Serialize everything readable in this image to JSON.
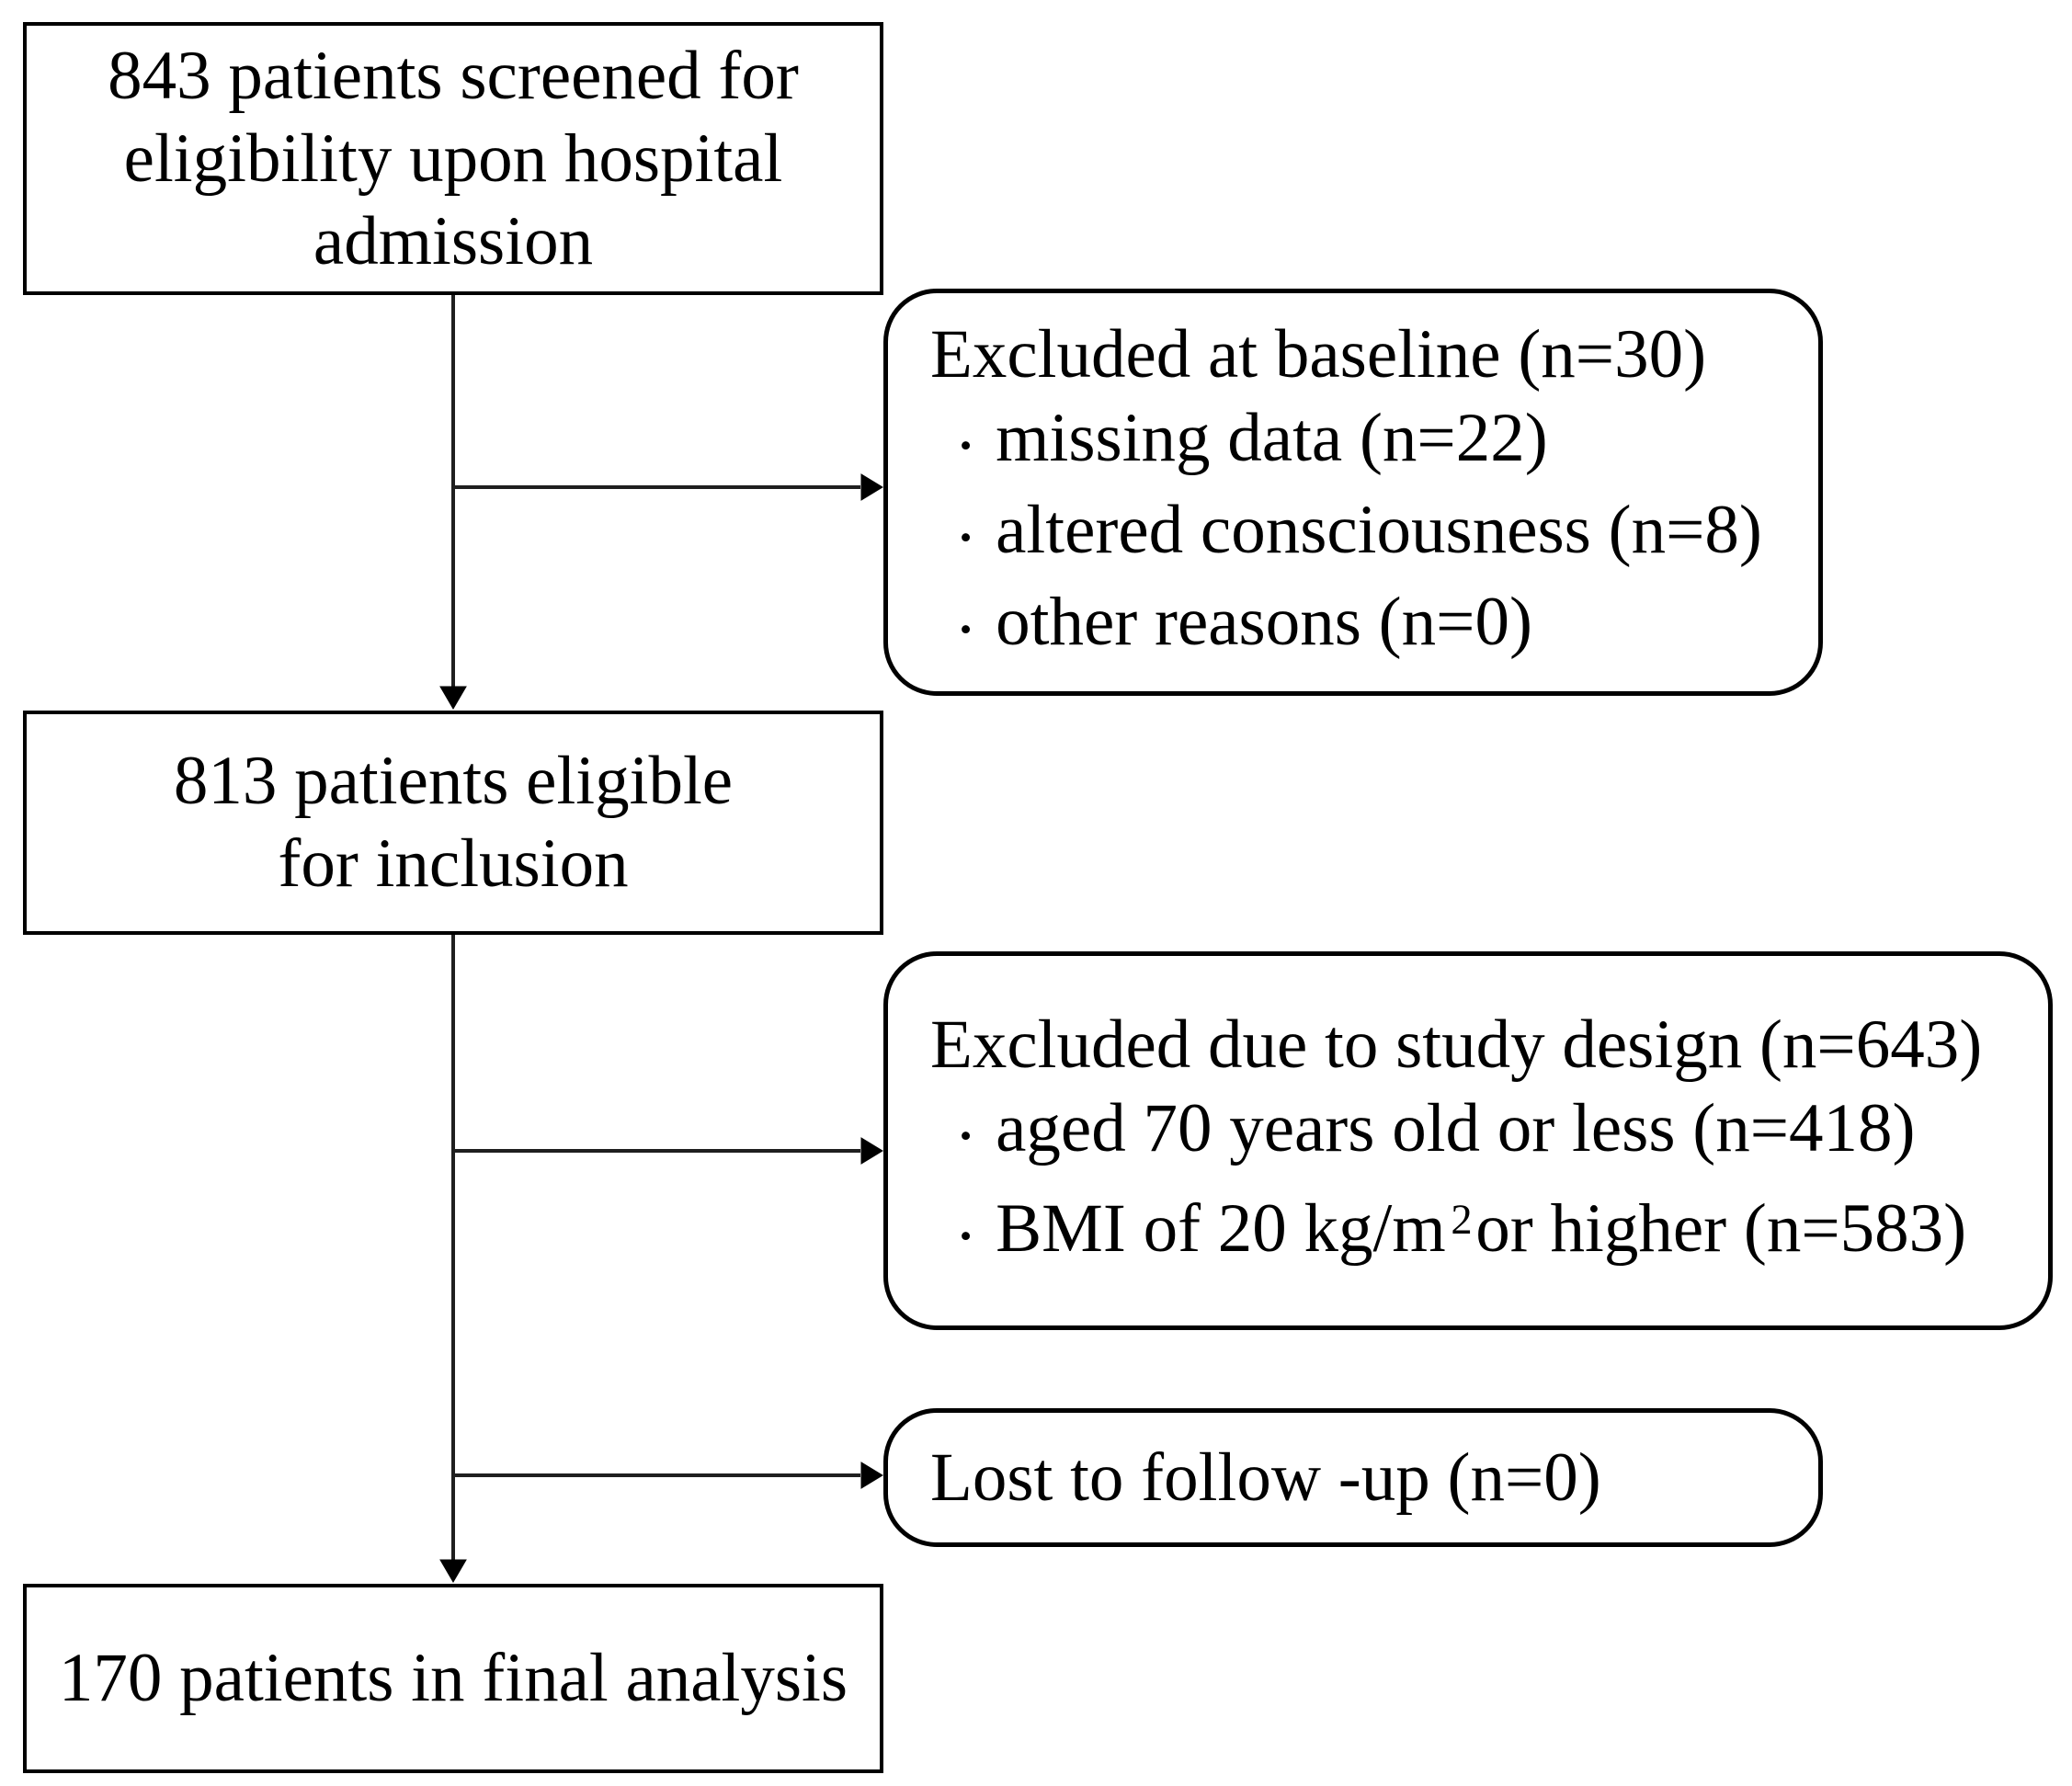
{
  "colors": {
    "background": "#ffffff",
    "box_border": "#000000",
    "connector_line": "#1f1f1f",
    "text": "#000000"
  },
  "flow": {
    "bullet_char": "•",
    "box_screened": {
      "lines": [
        "843 patients screened for",
        "eligibility upon hospital",
        "admission"
      ]
    },
    "box_excluded_baseline": {
      "title": "Excluded at baseline (n=30)",
      "bullets": [
        "missing data (n=22)",
        "altered consciousness (n=8)",
        "other reasons (n=0)"
      ]
    },
    "box_eligible": {
      "lines": [
        "813 patients eligible",
        "for inclusion"
      ]
    },
    "box_excluded_design": {
      "title": "Excluded due to study design (n=643)",
      "bullet_1": "aged 70 years old or less (n=418)",
      "bullet_2_pre": "BMI of 20 kg/m",
      "bullet_2_sup": "2",
      "bullet_2_post": "or higher (n=583)"
    },
    "box_lost": {
      "text": "Lost to follow -up (n=0)"
    },
    "box_final": {
      "text": "170 patients in final analysis"
    }
  }
}
